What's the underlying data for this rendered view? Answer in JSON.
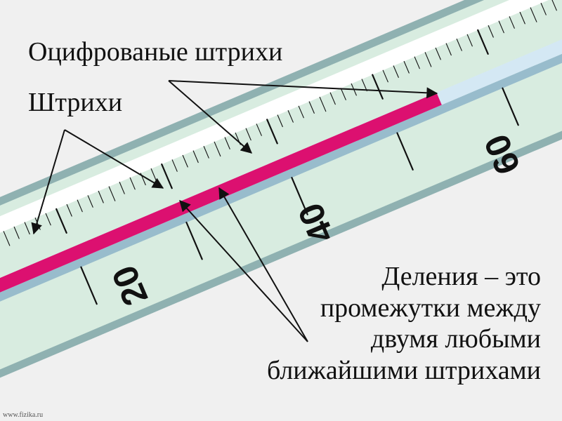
{
  "labels": {
    "digitized_strokes": "Оцифрованые штрихи",
    "strokes": "Штрихи",
    "divisions_line1": "Деления – это",
    "divisions_line2": "промежутки между",
    "divisions_line3": "двумя любыми",
    "divisions_line4": "ближайшими штрихами"
  },
  "scale": {
    "numbers": [
      "20",
      "40",
      "60"
    ],
    "minor_per_major": 10
  },
  "credit": "www.fizika.ru",
  "colors": {
    "background": "#f0f0f0",
    "outer_tube": "#8fb1b1",
    "inner_tube": "#d8ece0",
    "white_band": "#ffffff",
    "liquid": "#dc1070",
    "capillary": "#d4e8f4",
    "shadow": "#98bccc",
    "ink": "#111111"
  }
}
